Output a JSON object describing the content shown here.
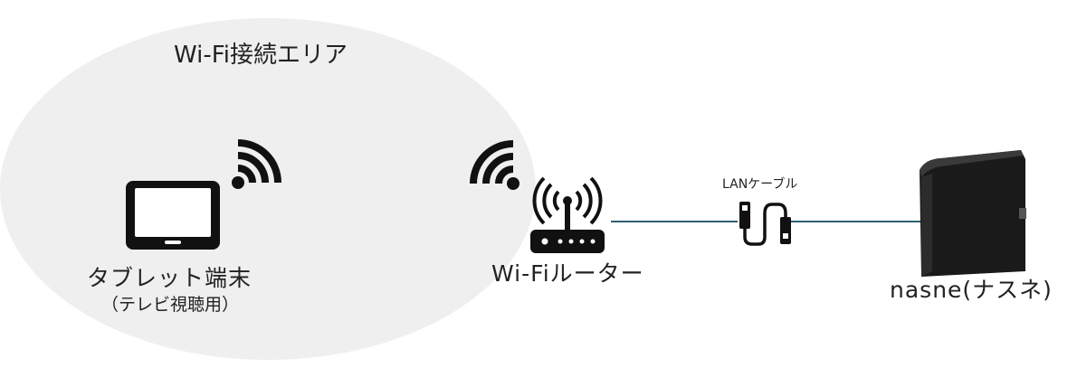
{
  "area": {
    "title": "Wi-Fi接続エリア"
  },
  "tablet": {
    "label": "タブレット端末",
    "sublabel": "（テレビ視聴用）"
  },
  "router": {
    "label": "Wi-Fiルーター"
  },
  "cable": {
    "label": "LANケーブル"
  },
  "nasne": {
    "label": "nasne(ナスネ)"
  },
  "colors": {
    "area_fill": "#efefef",
    "line": "#2e5f73",
    "device": "#111111"
  },
  "icons": [
    "tablet-icon",
    "wifi-signal-icon",
    "router-icon",
    "lan-cable-icon",
    "nasne-device-icon"
  ]
}
